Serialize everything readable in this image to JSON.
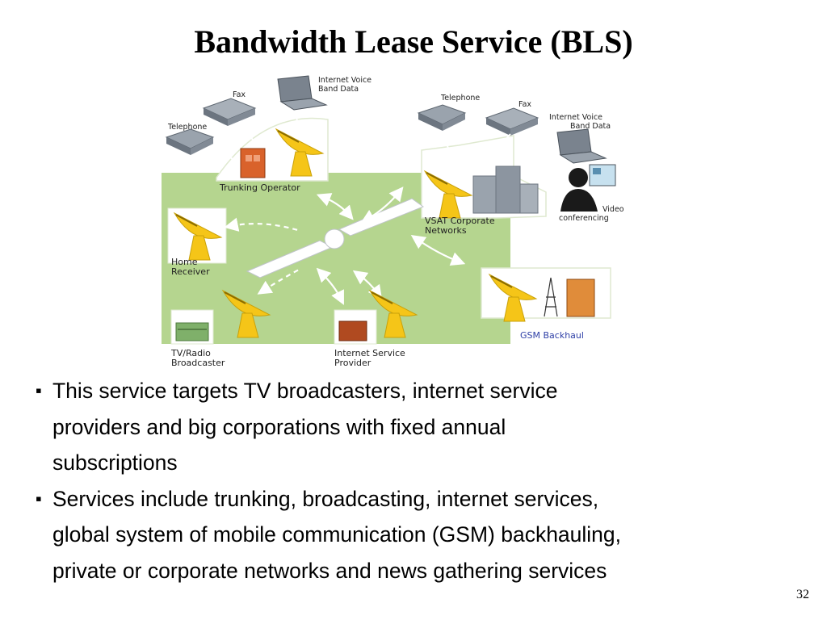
{
  "slide": {
    "title": "Bandwidth Lease Service (BLS)",
    "page_number": "32"
  },
  "diagram": {
    "nodes": {
      "trunking_operator": "Trunking Operator",
      "vsat_corporate": [
        "VSAT Corporate",
        "Networks"
      ],
      "home_receiver": [
        "Home",
        "Receiver"
      ],
      "tv_radio": [
        "TV/Radio",
        "Broadcaster"
      ],
      "internet_service": [
        "Internet Service",
        "Provider"
      ],
      "gsm_backhaul": "GSM Backhaul"
    },
    "devices": {
      "fax_left": "Fax",
      "telephone_left": "Telephone",
      "internet_voice_left": [
        "Internet Voice",
        "Band Data"
      ],
      "telephone_right": "Telephone",
      "fax_right": "Fax",
      "internet_voice_right": [
        "Internet Voice",
        "Band Data"
      ],
      "video_conf": [
        "Video",
        "conferencing"
      ]
    },
    "colors": {
      "ground": "#b5d58f",
      "dish": "#f5c518",
      "orange": "#d9622b",
      "gsm_label": "#2e3fa6"
    }
  },
  "bullets": [
    {
      "marker": "▪",
      "lines": [
        "This service targets TV broadcasters, internet service",
        "providers and big corporations with fixed annual",
        "subscriptions"
      ]
    },
    {
      "marker": "▪",
      "lines": [
        "Services include trunking, broadcasting, internet services,",
        "global system of mobile communication (GSM) backhauling,",
        "private or corporate networks and news gathering services"
      ]
    }
  ]
}
